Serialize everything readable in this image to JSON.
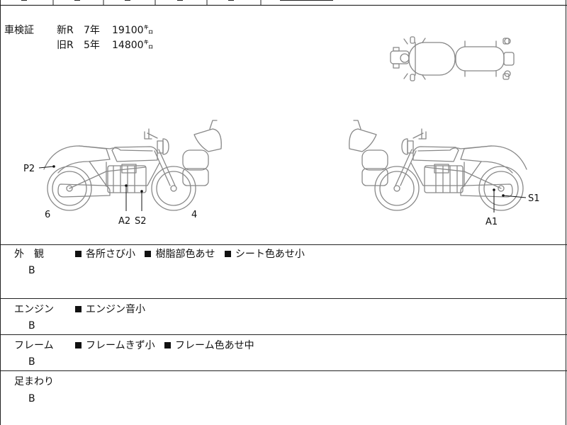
{
  "certificate": {
    "label": "車検証",
    "rows": [
      {
        "type": "新R",
        "age": "7年",
        "mileage": "19100㌔"
      },
      {
        "type": "旧R",
        "age": "5年",
        "mileage": "14800㌔"
      }
    ]
  },
  "diagram": {
    "left_labels": [
      "P2",
      "6",
      "A2",
      "S2",
      "4"
    ],
    "right_labels": [
      "S1",
      "A1"
    ]
  },
  "conditions": [
    {
      "label": "外　観",
      "grade": "B",
      "items": [
        "各所さび小",
        "樹脂部色あせ",
        "シート色あせ小"
      ]
    },
    {
      "label": "エンジン",
      "grade": "B",
      "items": [
        "エンジン音小"
      ]
    },
    {
      "label": "フレーム",
      "grade": "B",
      "items": [
        "フレームきず小",
        "フレーム色あせ中"
      ]
    },
    {
      "label": "足まわり",
      "grade": "B",
      "items": []
    }
  ]
}
